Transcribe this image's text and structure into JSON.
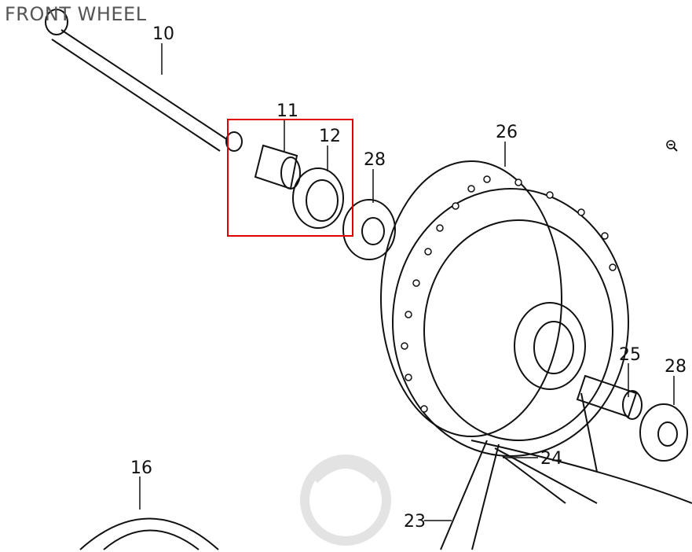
{
  "title": "FRONT WHEEL",
  "labels": {
    "p10": "10",
    "p11": "11",
    "p12": "12",
    "p28a": "28",
    "p26": "26",
    "p25": "25",
    "p28b": "28",
    "p24": "24",
    "p23": "23",
    "p16": "16"
  },
  "icons": {
    "zoom": "zoom-out-icon"
  },
  "colors": {
    "highlight": "#e00000",
    "title": "#555555"
  }
}
